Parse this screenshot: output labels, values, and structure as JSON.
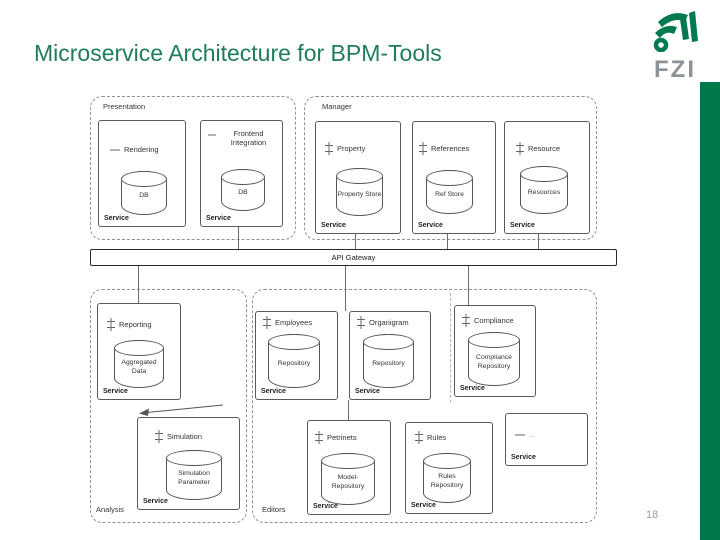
{
  "slide": {
    "title": "Microservice Architecture for BPM-Tools",
    "page_number": "18",
    "logo_text": "FZI",
    "colors": {
      "title_green": "#1f7c5c",
      "accent_green": "#00794a",
      "page_number_gray": "#9b9b9b"
    }
  },
  "diagram": {
    "gateway_label": "API Gateway",
    "groups": [
      {
        "label": "Presentation"
      },
      {
        "label": "Manager"
      },
      {
        "label": "Analysis"
      },
      {
        "label": "Editors"
      }
    ],
    "services": [
      {
        "name": "Rendering",
        "db": "DB",
        "service_label": "Service"
      },
      {
        "name": "Frontend Integration",
        "db": "DB",
        "service_label": "Service"
      },
      {
        "name": "Property",
        "db": "Property Store",
        "service_label": "Service"
      },
      {
        "name": "References",
        "db": "Ref Store",
        "service_label": "Service"
      },
      {
        "name": "Resource",
        "db": "Resources",
        "service_label": "Service"
      },
      {
        "name": "Reporting",
        "db": "Aggregated Data",
        "service_label": "Service"
      },
      {
        "name": "Employees",
        "db": "Repository",
        "service_label": "Service"
      },
      {
        "name": "Organigram",
        "db": "Repository",
        "service_label": "Service"
      },
      {
        "name": "Compliance",
        "db": "Compliance Repository",
        "service_label": "Service"
      },
      {
        "name": "Simulation",
        "db": "Simulation Parameter",
        "service_label": "Service"
      },
      {
        "name": "Petrinets",
        "db": "Model-Repository",
        "service_label": "Service"
      },
      {
        "name": "Rules",
        "db": "Rules Repository",
        "service_label": "Service"
      },
      {
        "name": "…",
        "db": "",
        "service_label": "Service"
      }
    ]
  }
}
